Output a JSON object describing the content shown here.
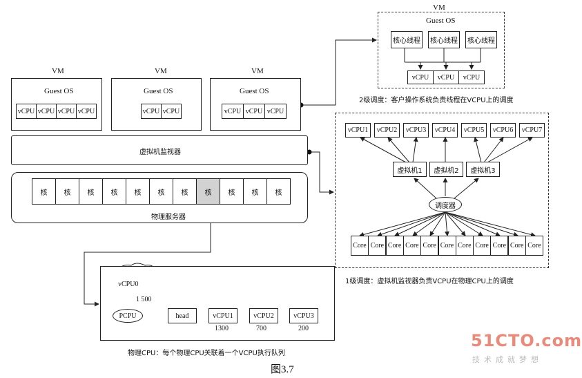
{
  "vm_label": "VM",
  "guest_os_label": "Guest OS",
  "vcpu_label": "vCPU",
  "vms": [
    {
      "vm": "VM",
      "guest": "Guest OS",
      "vcpus": [
        "vCPU",
        "vCPU",
        "vCPU",
        "vCPU"
      ]
    },
    {
      "vm": "VM",
      "guest": "Guest OS",
      "vcpus": [
        "vCPU",
        "vCPU"
      ]
    },
    {
      "vm": "VM",
      "guest": "Guest OS",
      "vcpus": [
        "vCPU",
        "vCPU",
        "vCPU"
      ]
    }
  ],
  "hypervisor_label": "虚拟机监视器",
  "physical_server": {
    "label": "物理服务器",
    "cores": [
      "核",
      "核",
      "核",
      "核",
      "核",
      "核",
      "核",
      "核",
      "核",
      "核",
      "核"
    ],
    "highlight_index": 7
  },
  "level2": {
    "vm": "VM",
    "guest": "Guest OS",
    "threads": [
      "核心线程",
      "核心线程",
      "核心线程"
    ],
    "vcpus": [
      "vCPU",
      "vCPU",
      "vCPU"
    ],
    "caption": "2级调度：客户操作系统负责线程在VCPU上的调度"
  },
  "level1": {
    "vcpus": [
      "vCPU1",
      "vCPU2",
      "vCPU3",
      "vCPU4",
      "vCPU5",
      "vCPU6",
      "vCPU7"
    ],
    "vms": [
      "虚拟机1",
      "虚拟机2",
      "虚拟机3"
    ],
    "scheduler": "调度器",
    "cores": [
      "Core",
      "Core",
      "Core",
      "Core",
      "Core",
      "Core",
      "Core",
      "Core",
      "Core",
      "Core",
      "Core"
    ],
    "caption": "1级调度：虚拟机监视器负责VCPU在物理CPU上的调度"
  },
  "pcpu_queue": {
    "cloud": "vCPU0",
    "cloud_value": "1 500",
    "pcpu": "PCPU",
    "head": "head",
    "queue": [
      {
        "name": "vCPU1",
        "value": "1300"
      },
      {
        "name": "vCPU2",
        "value": "700"
      },
      {
        "name": "vCPU3",
        "value": "200"
      }
    ],
    "caption": "物理CPU：每个物理CPU关联着一个VCPU执行队列"
  },
  "figure_label": "图3.7",
  "watermark": {
    "brand": "51CTO.com",
    "sub": "技术成就梦想",
    "color": "#e98a7a"
  }
}
